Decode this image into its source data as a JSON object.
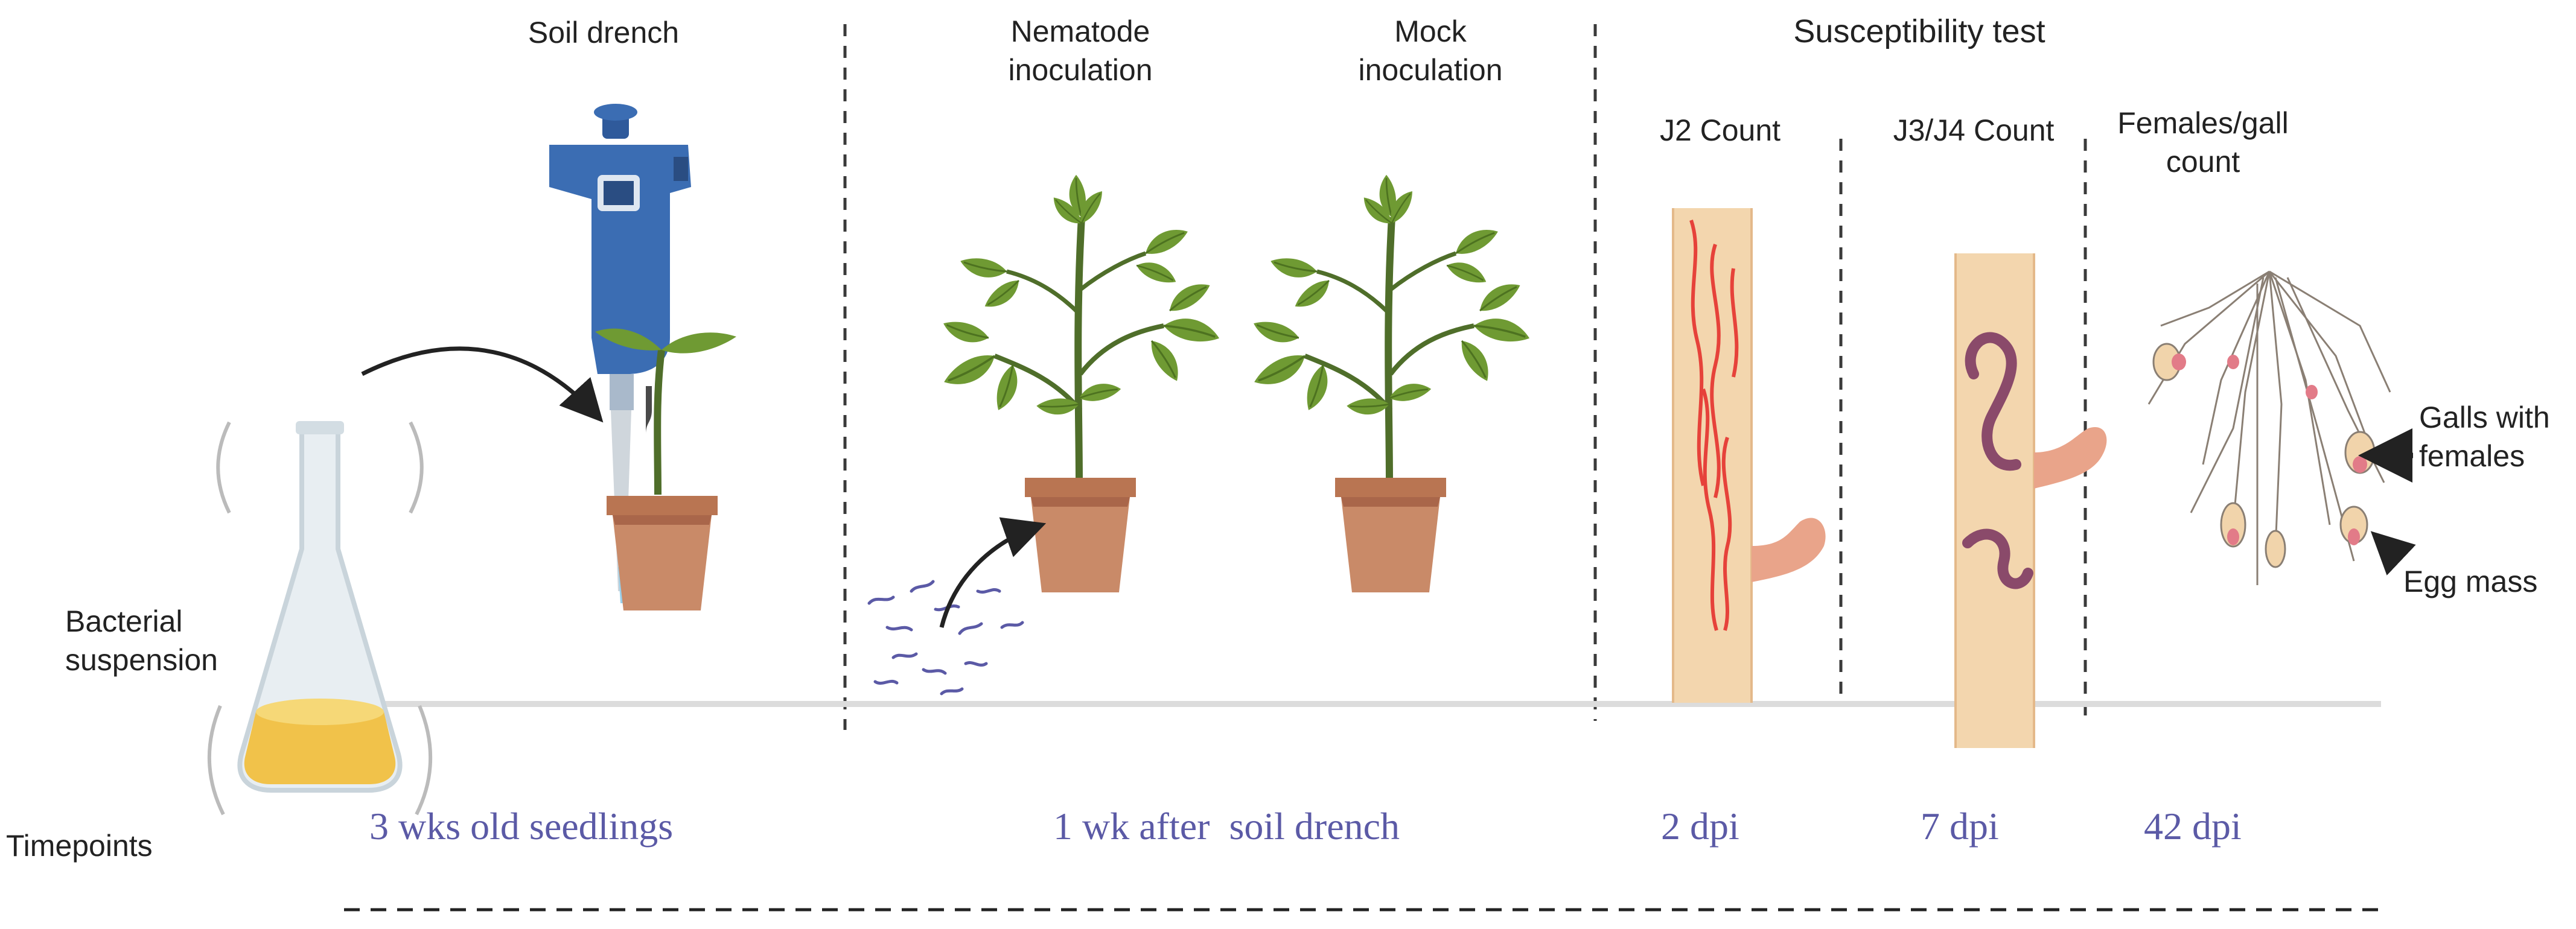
{
  "colors": {
    "timepoint_text": "#5b5aa6",
    "divider": "#3a3a3a",
    "baseline": "#dcdcdc",
    "pot": "#c98a68",
    "leaf": "#6f9a33",
    "root": "#f1d4ab",
    "nematode_j2": "#e6423a",
    "nematode_j3": "#8a4a6a",
    "pipette": "#3b6db3",
    "liquid": "#f1c24a"
  },
  "sections": {
    "soil_drench": "Soil drench",
    "nematode_inoculation": "Nematode\ninoculation",
    "mock_inoculation": "Mock\ninoculation",
    "susceptibility_test": "Susceptibility test",
    "j2_count": "J2 Count",
    "j3_j4_count": "J3/J4 Count",
    "females_gall_count": "Females/gall\ncount"
  },
  "labels": {
    "bacterial_suspension": "Bacterial\nsuspension",
    "galls_with_females": "Galls with\nfemales",
    "egg_mass": "Egg mass",
    "timepoints": "Timepoints"
  },
  "timepoints": {
    "seedlings": "3 wks old seedlings",
    "after_drench": "1 wk after  soil drench",
    "dpi_2": "2 dpi",
    "dpi_7": "7 dpi",
    "dpi_42": "42 dpi"
  },
  "icons": [
    "flask-icon",
    "pipette-icon",
    "seedling-icon",
    "tomato-plant-icon",
    "pot-icon",
    "nematode-icon",
    "root-section-icon",
    "root-system-icon",
    "arrow-icon"
  ]
}
